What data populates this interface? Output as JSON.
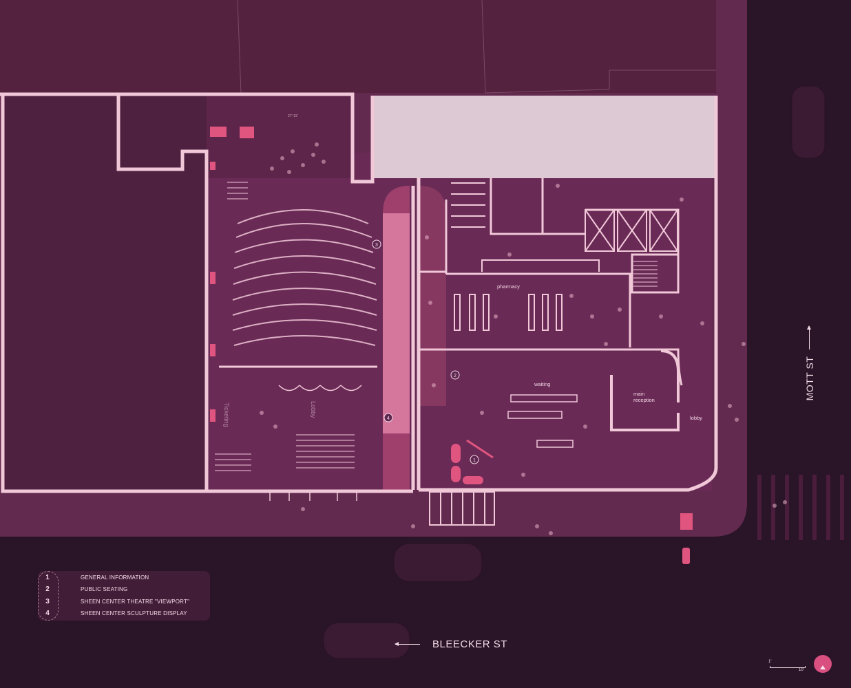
{
  "legend": {
    "items": [
      {
        "number": "1",
        "label": "GENERAL INFORMATION"
      },
      {
        "number": "2",
        "label": "PUBLIC SEATING"
      },
      {
        "number": "3",
        "label": "SHEEN CENTER THEATRE \"VIEWPORT\""
      },
      {
        "number": "4",
        "label": "SHEEN CENTER SCULPTURE DISPLAY"
      }
    ]
  },
  "streets": {
    "bottom": "BLEECKER ST",
    "right": "MOTT ST"
  },
  "rooms": {
    "pharmacy": "pharmacy",
    "waiting": "waiting",
    "main_reception_line1": "main",
    "main_reception_line2": "reception",
    "lobby_east": "lobby",
    "lobby_theatre": "Lobby",
    "ticketing": "Ticketing"
  },
  "markers": {
    "general_information": "1",
    "public_seating": "2",
    "theatre_viewport": "3",
    "sculpture_display": "4"
  },
  "dimension_note": "27'-11\"",
  "scale_bar": {
    "start": "1'",
    "end": "10'"
  },
  "colors": {
    "background": "#2a1428",
    "block": "#4f2140",
    "sidewalk": "#6a2c52",
    "wall": "#f0c8d8",
    "accent": "#d94f80",
    "highlight": "#e8a3bd",
    "void": "#dcc9d3"
  }
}
